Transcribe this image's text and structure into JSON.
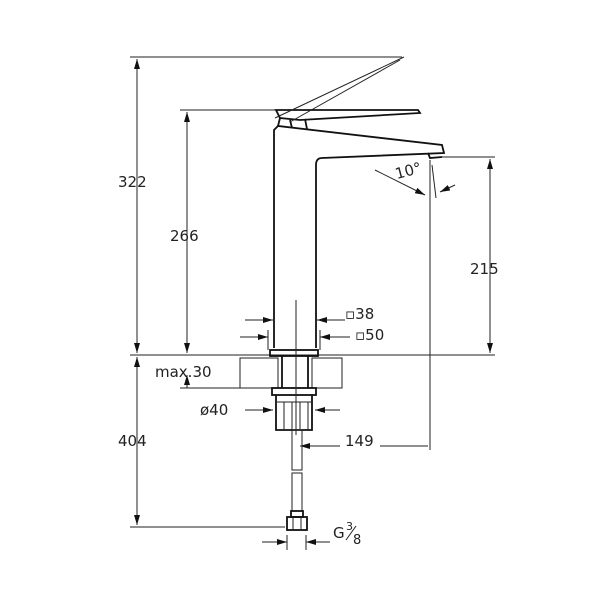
{
  "dimensions": {
    "total_height": "322",
    "handle_height": "266",
    "spout_height": "215",
    "body_square": "▫38",
    "base_square": "▫50",
    "max_thickness": "max.30",
    "hole_diameter": "ø40",
    "below_height": "404",
    "spout_reach": "149",
    "spout_angle": "10°",
    "thread": "G",
    "thread_num": "3",
    "thread_den": "8"
  },
  "colors": {
    "line": "#222222",
    "hatch": "#555555"
  }
}
